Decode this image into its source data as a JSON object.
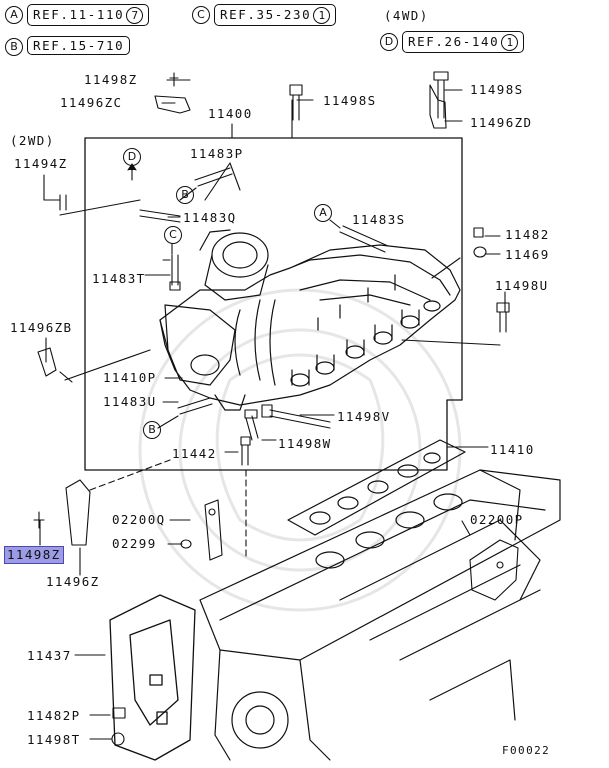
{
  "refs": {
    "a": {
      "letter": "A",
      "text": "REF.11-110",
      "num": "7"
    },
    "b": {
      "letter": "B",
      "text": "REF.15-710",
      "num": ""
    },
    "c": {
      "letter": "C",
      "text": "REF.35-230",
      "num": "1"
    },
    "d": {
      "letter": "D",
      "text": "REF.26-140",
      "num": "1"
    }
  },
  "notes": {
    "wd4": "(4WD)",
    "wd2": "(2WD)"
  },
  "callouts": {
    "a": "A",
    "b": "B",
    "c": "C",
    "d": "D"
  },
  "parts": {
    "p11498Z_top": "11498Z",
    "p11496ZC": "11496ZC",
    "p11400": "11400",
    "p11498S_mid": "11498S",
    "p11498S_right": "11498S",
    "p11496ZD": "11496ZD",
    "p11494Z": "11494Z",
    "p11483P": "11483P",
    "p11483Q": "11483Q",
    "p11483S": "11483S",
    "p11482": "11482",
    "p11469": "11469",
    "p11483T": "11483T",
    "p11498U": "11498U",
    "p11496ZB": "11496ZB",
    "p11410P": "11410P",
    "p11483U": "11483U",
    "p11498V": "11498V",
    "p11498W": "11498W",
    "p11442": "11442",
    "p11410": "11410",
    "p11498Z_hl": "11498Z",
    "p02200Q": "02200Q",
    "p02299": "02299",
    "p02200P": "02200P",
    "p11496Z": "11496Z",
    "p11437": "11437",
    "p11482P": "11482P",
    "p11498T": "11498T"
  },
  "figure_id": "F00022"
}
